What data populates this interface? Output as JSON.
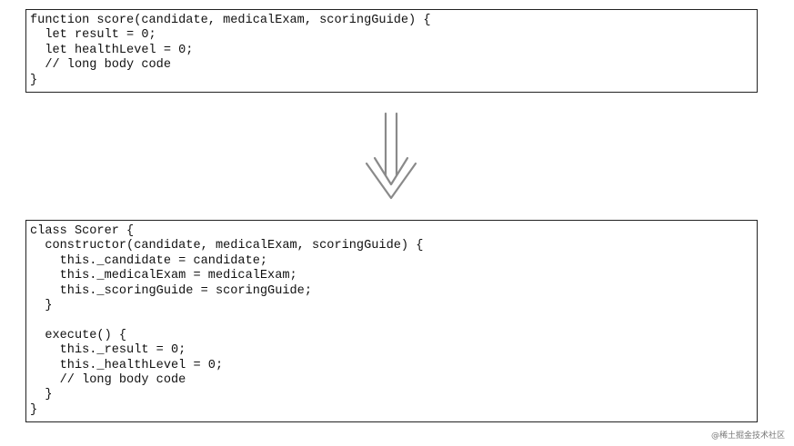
{
  "before_code": {
    "lines": [
      "function score(candidate, medicalExam, scoringGuide) {",
      "  let result = 0;",
      "  let healthLevel = 0;",
      "  // long body code",
      "}"
    ]
  },
  "after_code": {
    "lines": [
      "class Scorer {",
      "  constructor(candidate, medicalExam, scoringGuide) {",
      "    this._candidate = candidate;",
      "    this._medicalExam = medicalExam;",
      "    this._scoringGuide = scoringGuide;",
      "  }",
      "",
      "  execute() {",
      "    this._result = 0;",
      "    this._healthLevel = 0;",
      "    // long body code",
      "  }",
      "}"
    ]
  },
  "arrow": {
    "icon": "double-down-arrow-icon",
    "color": "#8a8a8a"
  },
  "watermark": {
    "text": "@稀土掘金技术社区"
  }
}
